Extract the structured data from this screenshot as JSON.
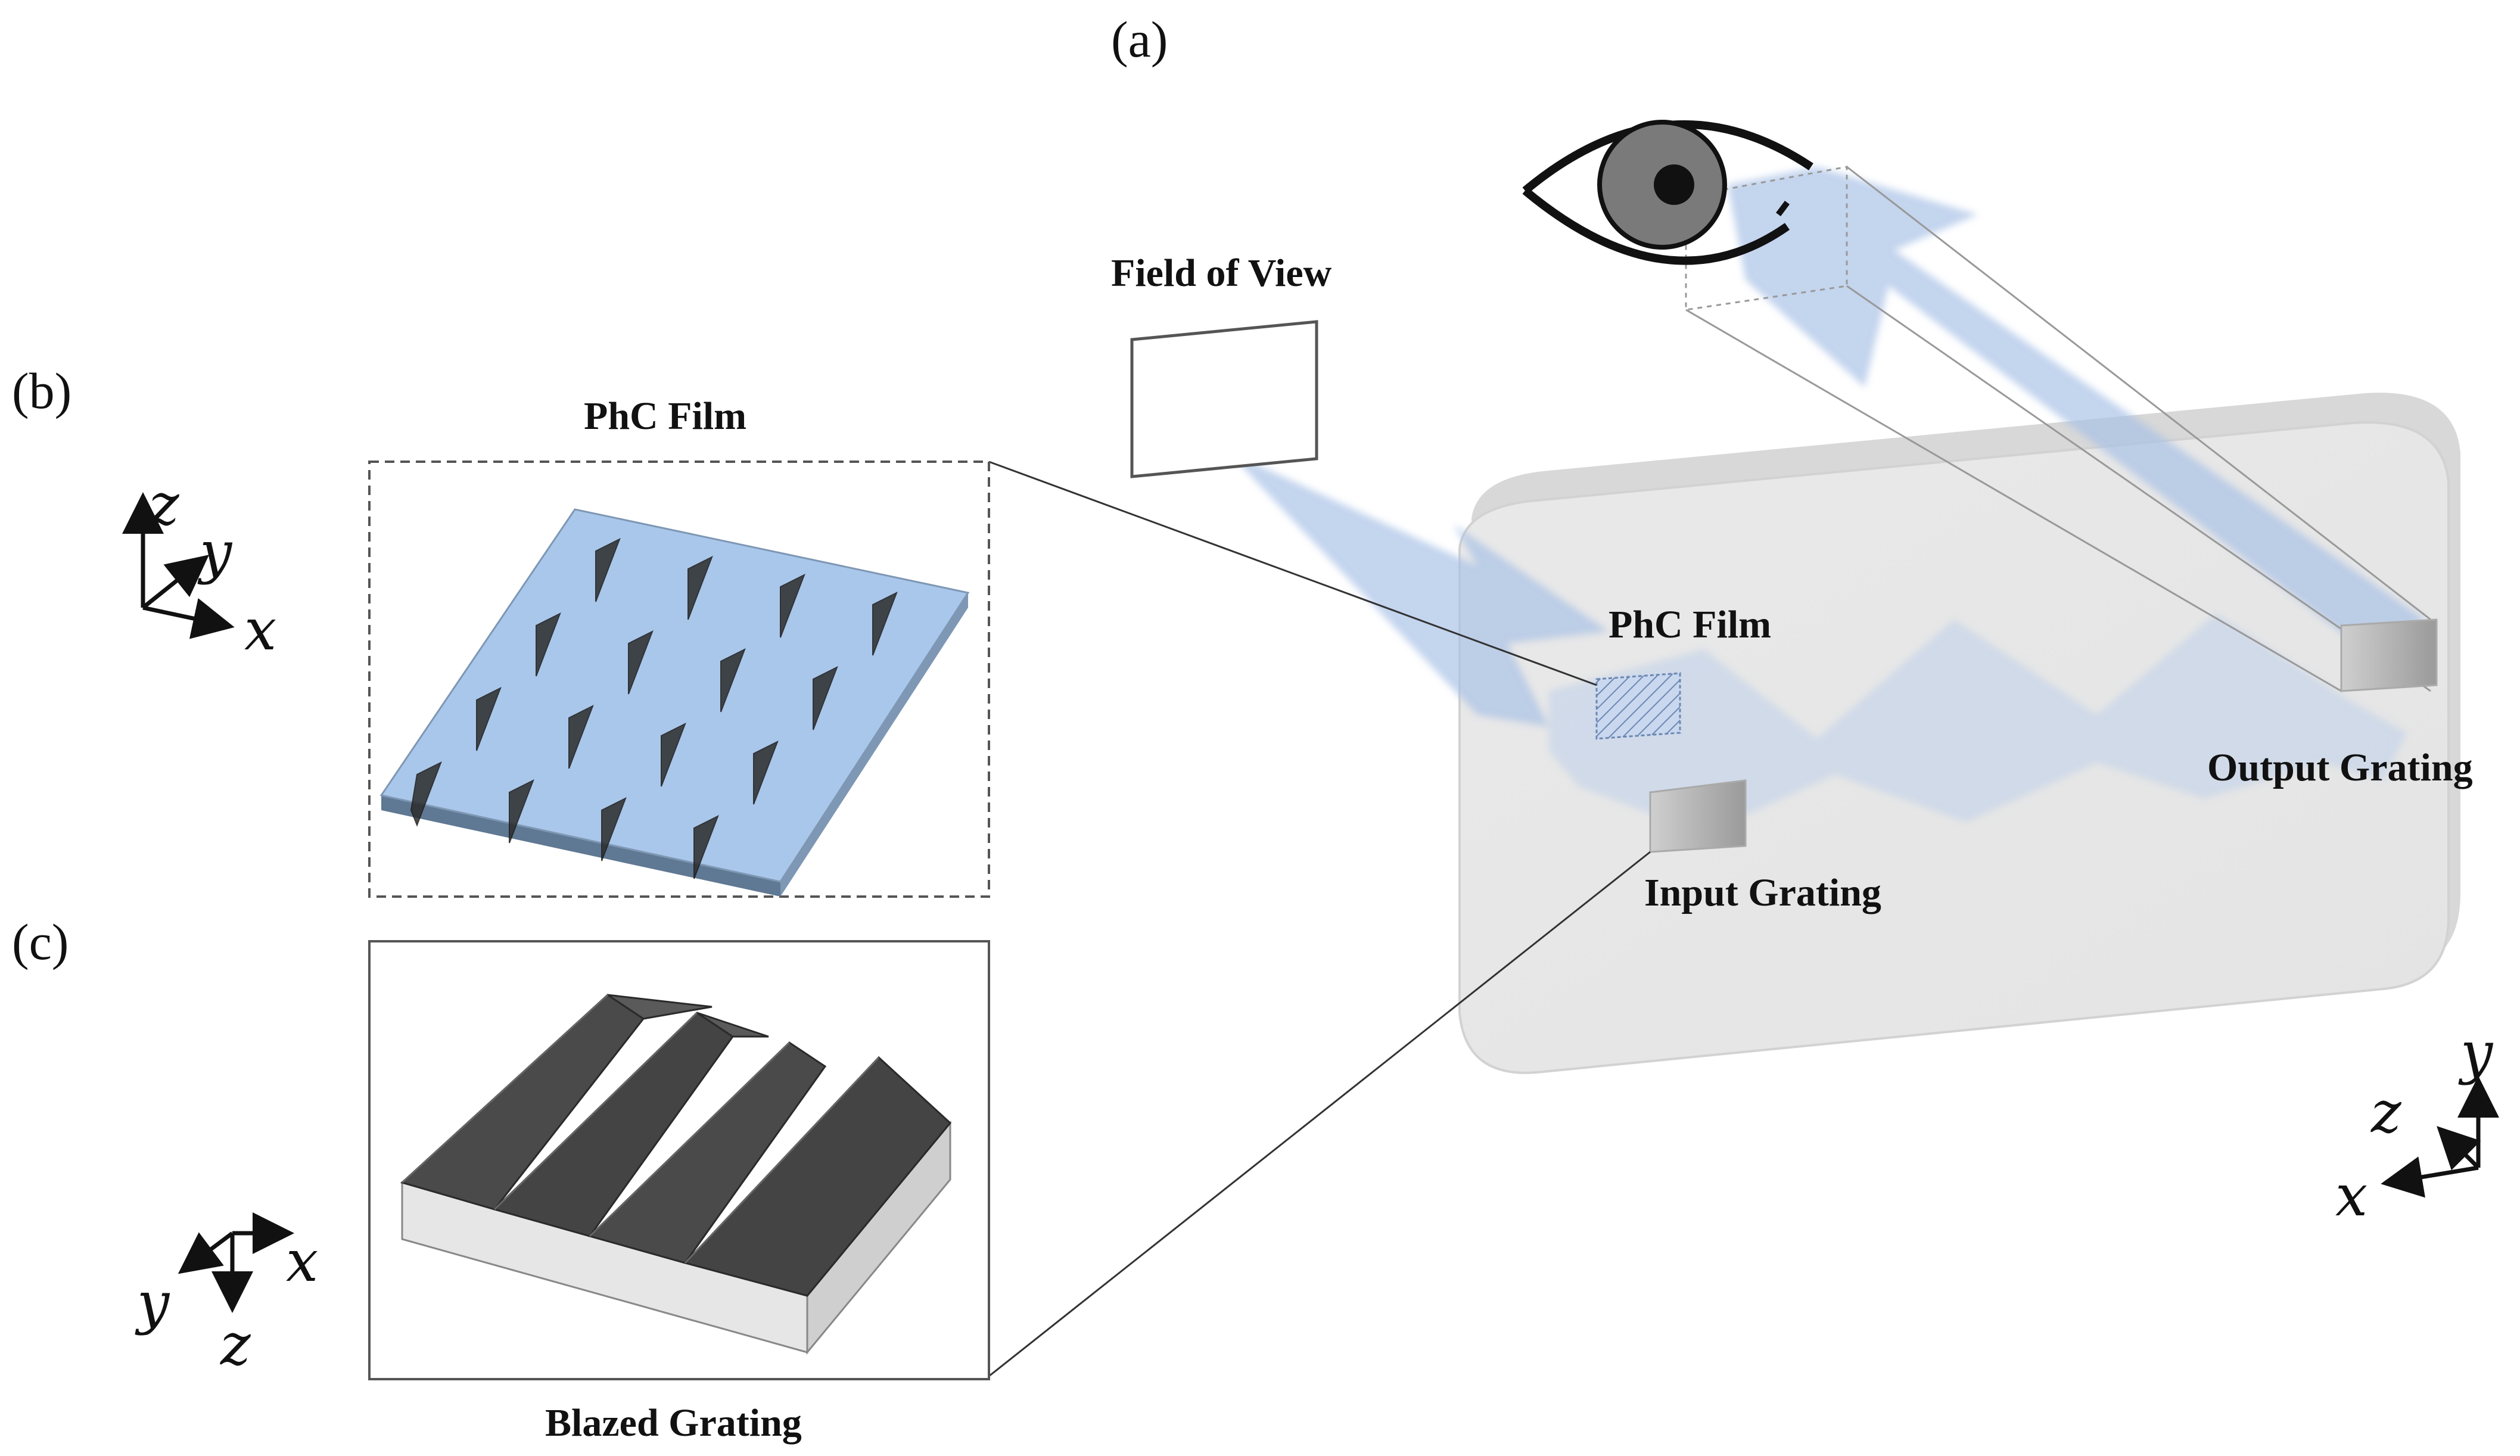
{
  "panels": {
    "a": "(a)",
    "b": "(b)",
    "c": "(c)"
  },
  "labels": {
    "field_of_view": "Field of View",
    "phc_film_main": "PhC Film",
    "output_grating": "Output Grating",
    "input_grating": "Input Grating",
    "phc_film_inset": "PhC Film",
    "blazed_grating": "Blazed Grating"
  },
  "axes": {
    "b": {
      "z": "z",
      "y": "y",
      "x": "x"
    },
    "c": {
      "x": "x",
      "y": "y",
      "z": "z"
    },
    "a": {
      "y": "y",
      "z": "z",
      "x": "x"
    }
  },
  "colors": {
    "light_beam": "#a8c0e6",
    "phc_film": "#a9c7ea",
    "phc_film_edge": "#5f7893",
    "blazed_face_dark": "#4a4a4a",
    "blazed_base": "#e6e6e6",
    "waveguide": "#e8e8e8"
  }
}
